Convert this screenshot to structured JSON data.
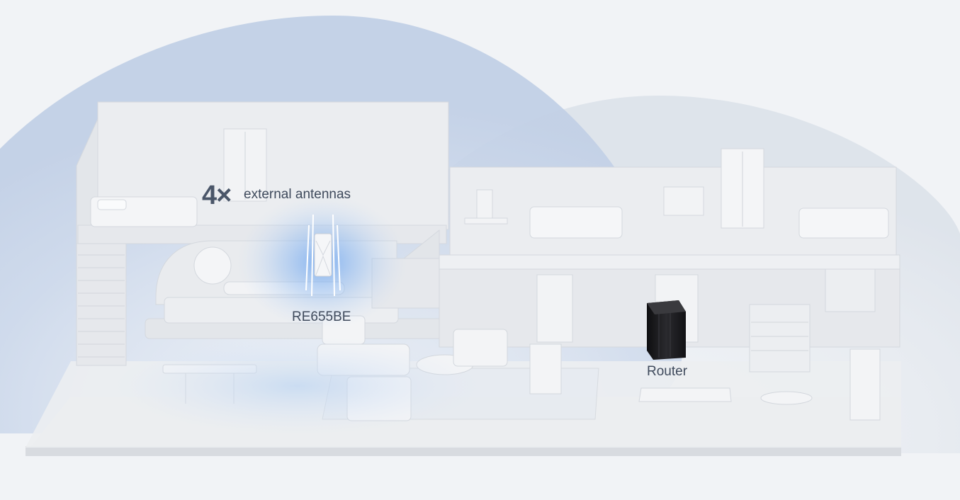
{
  "callout": {
    "count": "4×",
    "text": "external antennas"
  },
  "devices": {
    "extender_label": "RE655BE",
    "router_label": "Router"
  },
  "colors": {
    "background": "#f1f3f6",
    "coverage_left": "#c9d6ea",
    "coverage_right": "#dfe4ec",
    "extender_glow": "#6aa6f0",
    "router_body": "#1c1c1e",
    "text": "#3f4a5c"
  }
}
